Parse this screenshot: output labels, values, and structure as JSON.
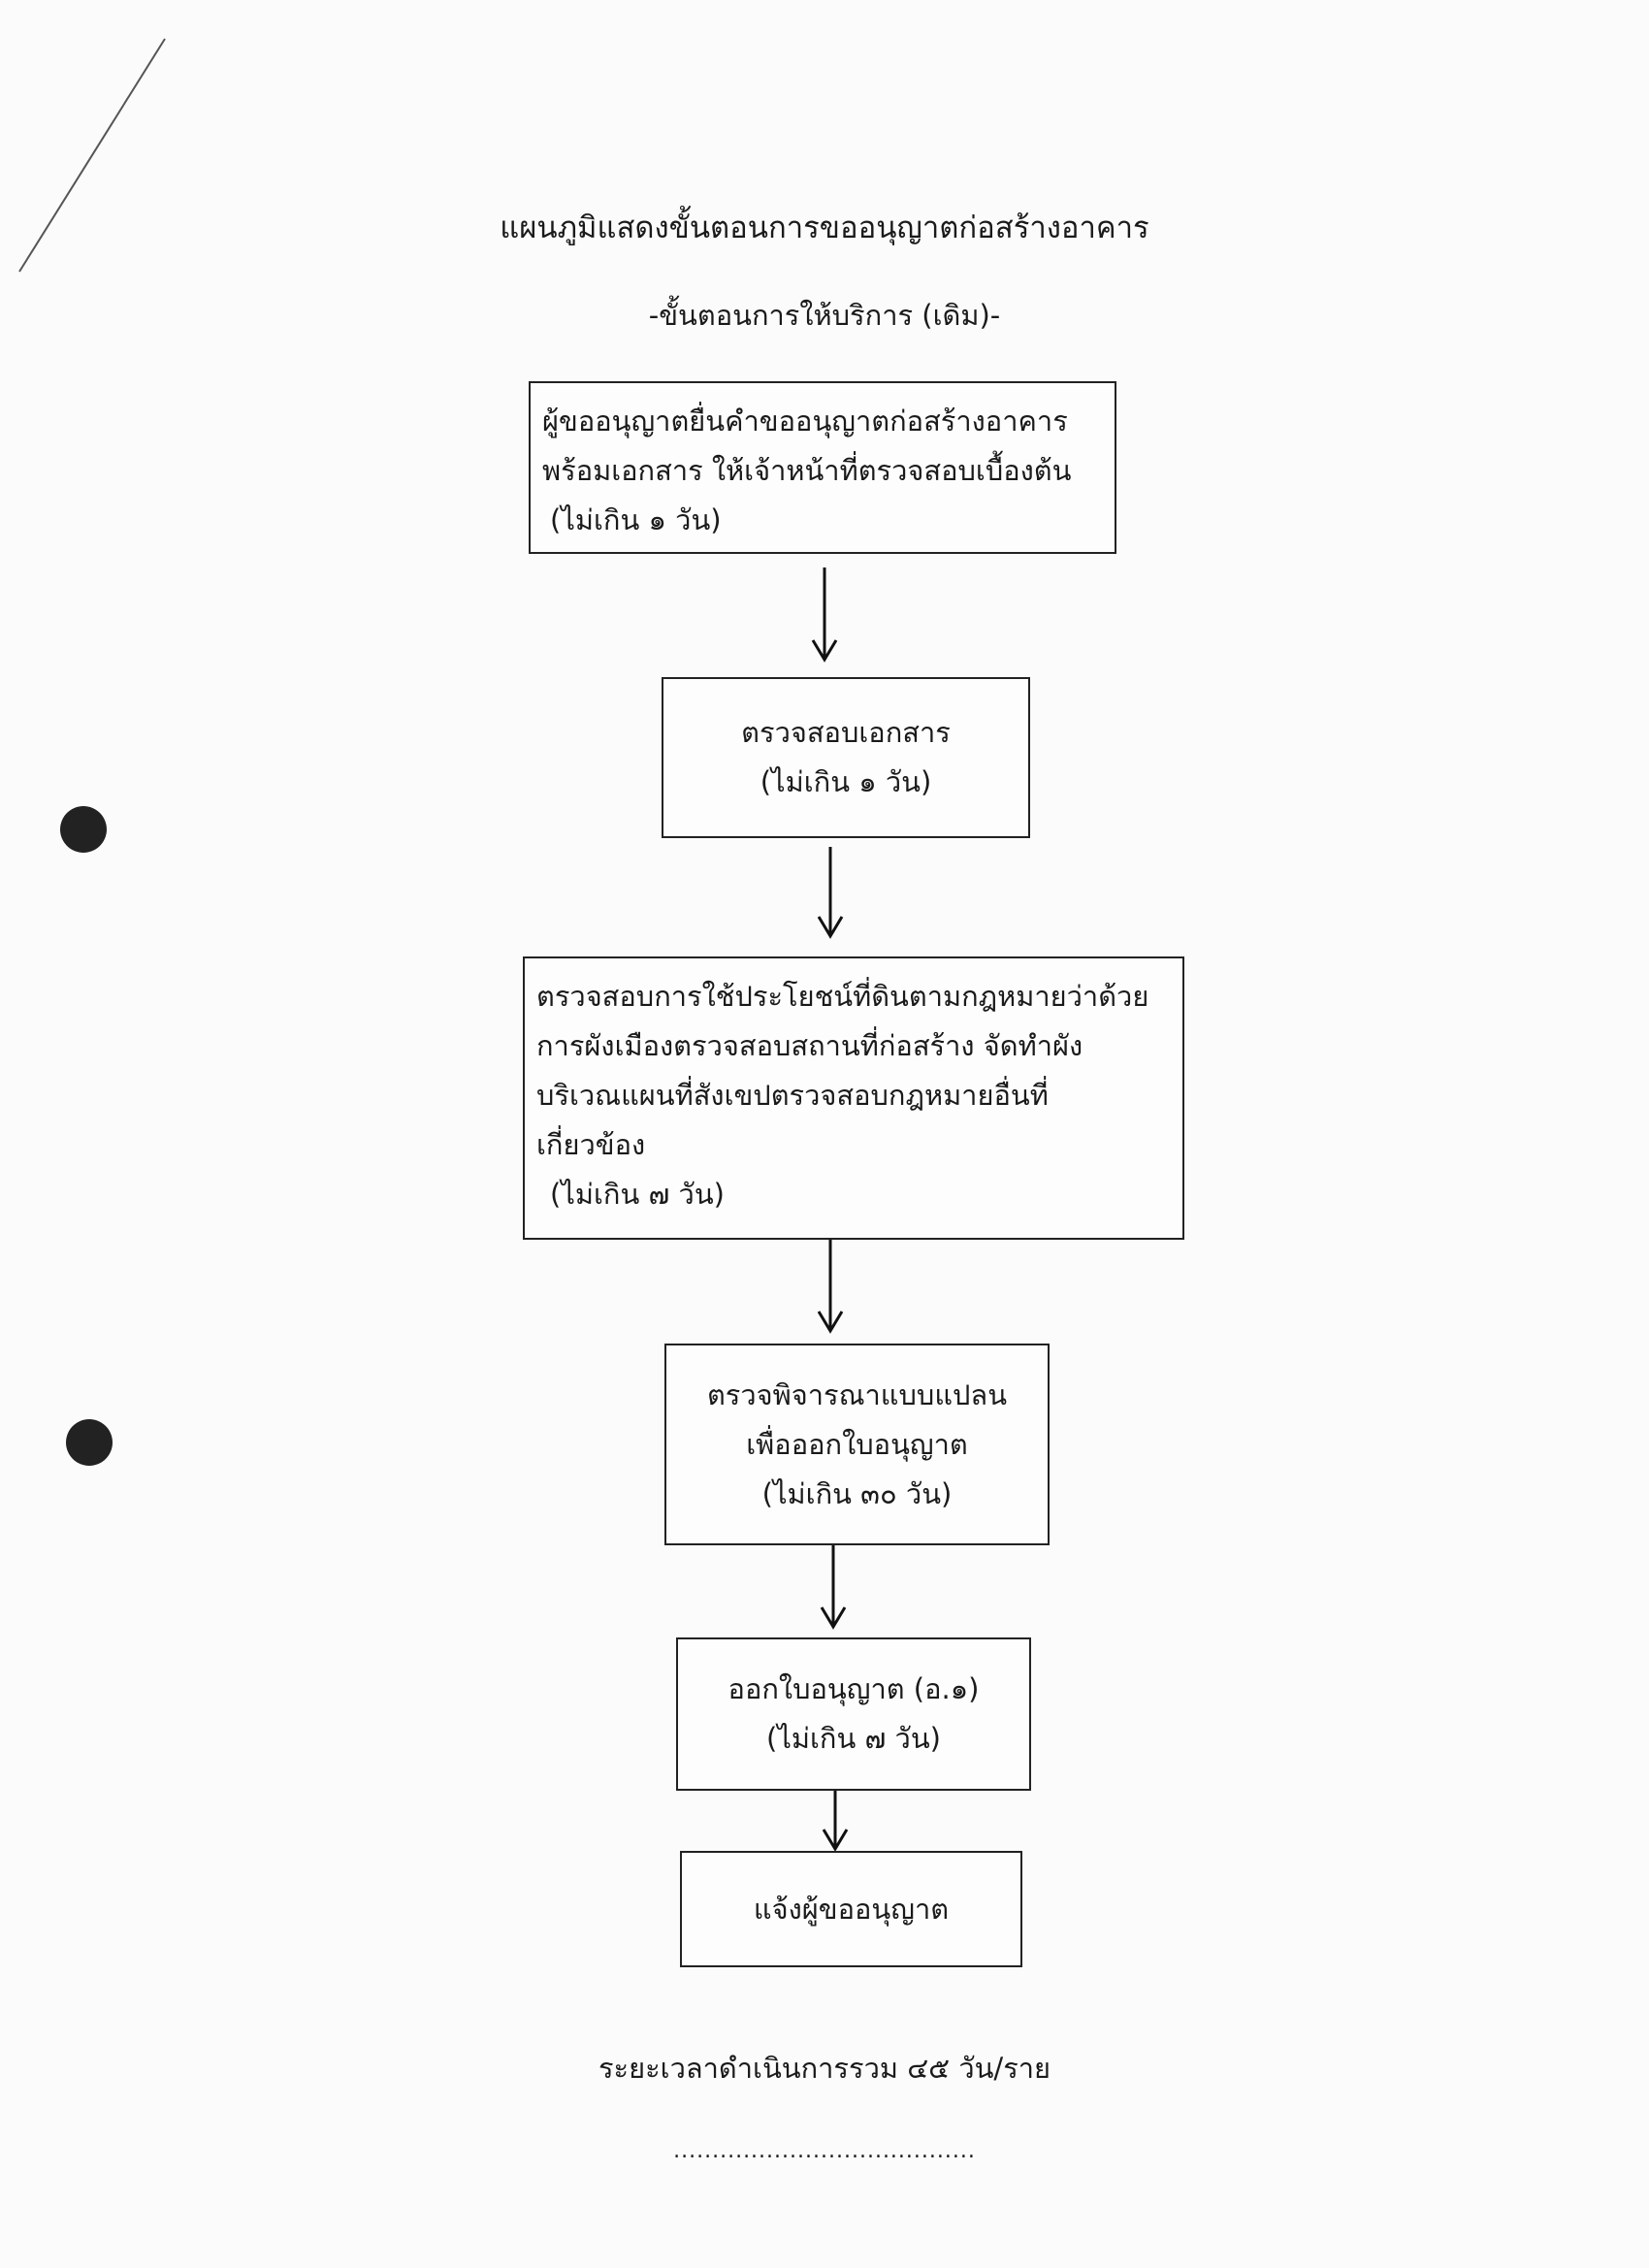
{
  "title": "แผนภูมิแสดงขั้นตอนการขออนุญาตก่อสร้างอาคาร",
  "subtitle": "-ขั้นตอนการให้บริการ (เดิม)-",
  "steps": [
    {
      "lines": [
        "ผู้ขออนุญาตยื่นคำขออนุญาตก่อสร้างอาคาร",
        "พร้อมเอกสาร ให้เจ้าหน้าที่ตรวจสอบเบื้องต้น",
        "(ไม่เกิน  ๑ วัน)"
      ]
    },
    {
      "lines": [
        "ตรวจสอบเอกสาร",
        "(ไม่เกิน  ๑ วัน)"
      ]
    },
    {
      "lines": [
        "ตรวจสอบการใช้ประโยชน์ที่ดินตามกฎหมายว่าด้วย",
        "การผังเมืองตรวจสอบสถานที่ก่อสร้าง จัดทำผัง",
        "บริเวณแผนที่สังเขปตรวจสอบกฎหมายอื่นที่",
        "เกี่ยวข้อง",
        "(ไม่เกิน  ๗ วัน)"
      ]
    },
    {
      "lines": [
        "ตรวจพิจารณาแบบแปลน",
        "เพื่อออกใบอนุญาต",
        "(ไม่เกิน ๓๐ วัน)"
      ]
    },
    {
      "lines": [
        "ออกใบอนุญาต (อ.๑)",
        "(ไม่เกิน ๗ วัน)"
      ]
    },
    {
      "lines": [
        "แจ้งผู้ขออนุญาต"
      ]
    }
  ],
  "footer": "ระยะเวลาดำเนินการรวม ๔๕ วัน/ราย",
  "signature_line": "......................................."
}
